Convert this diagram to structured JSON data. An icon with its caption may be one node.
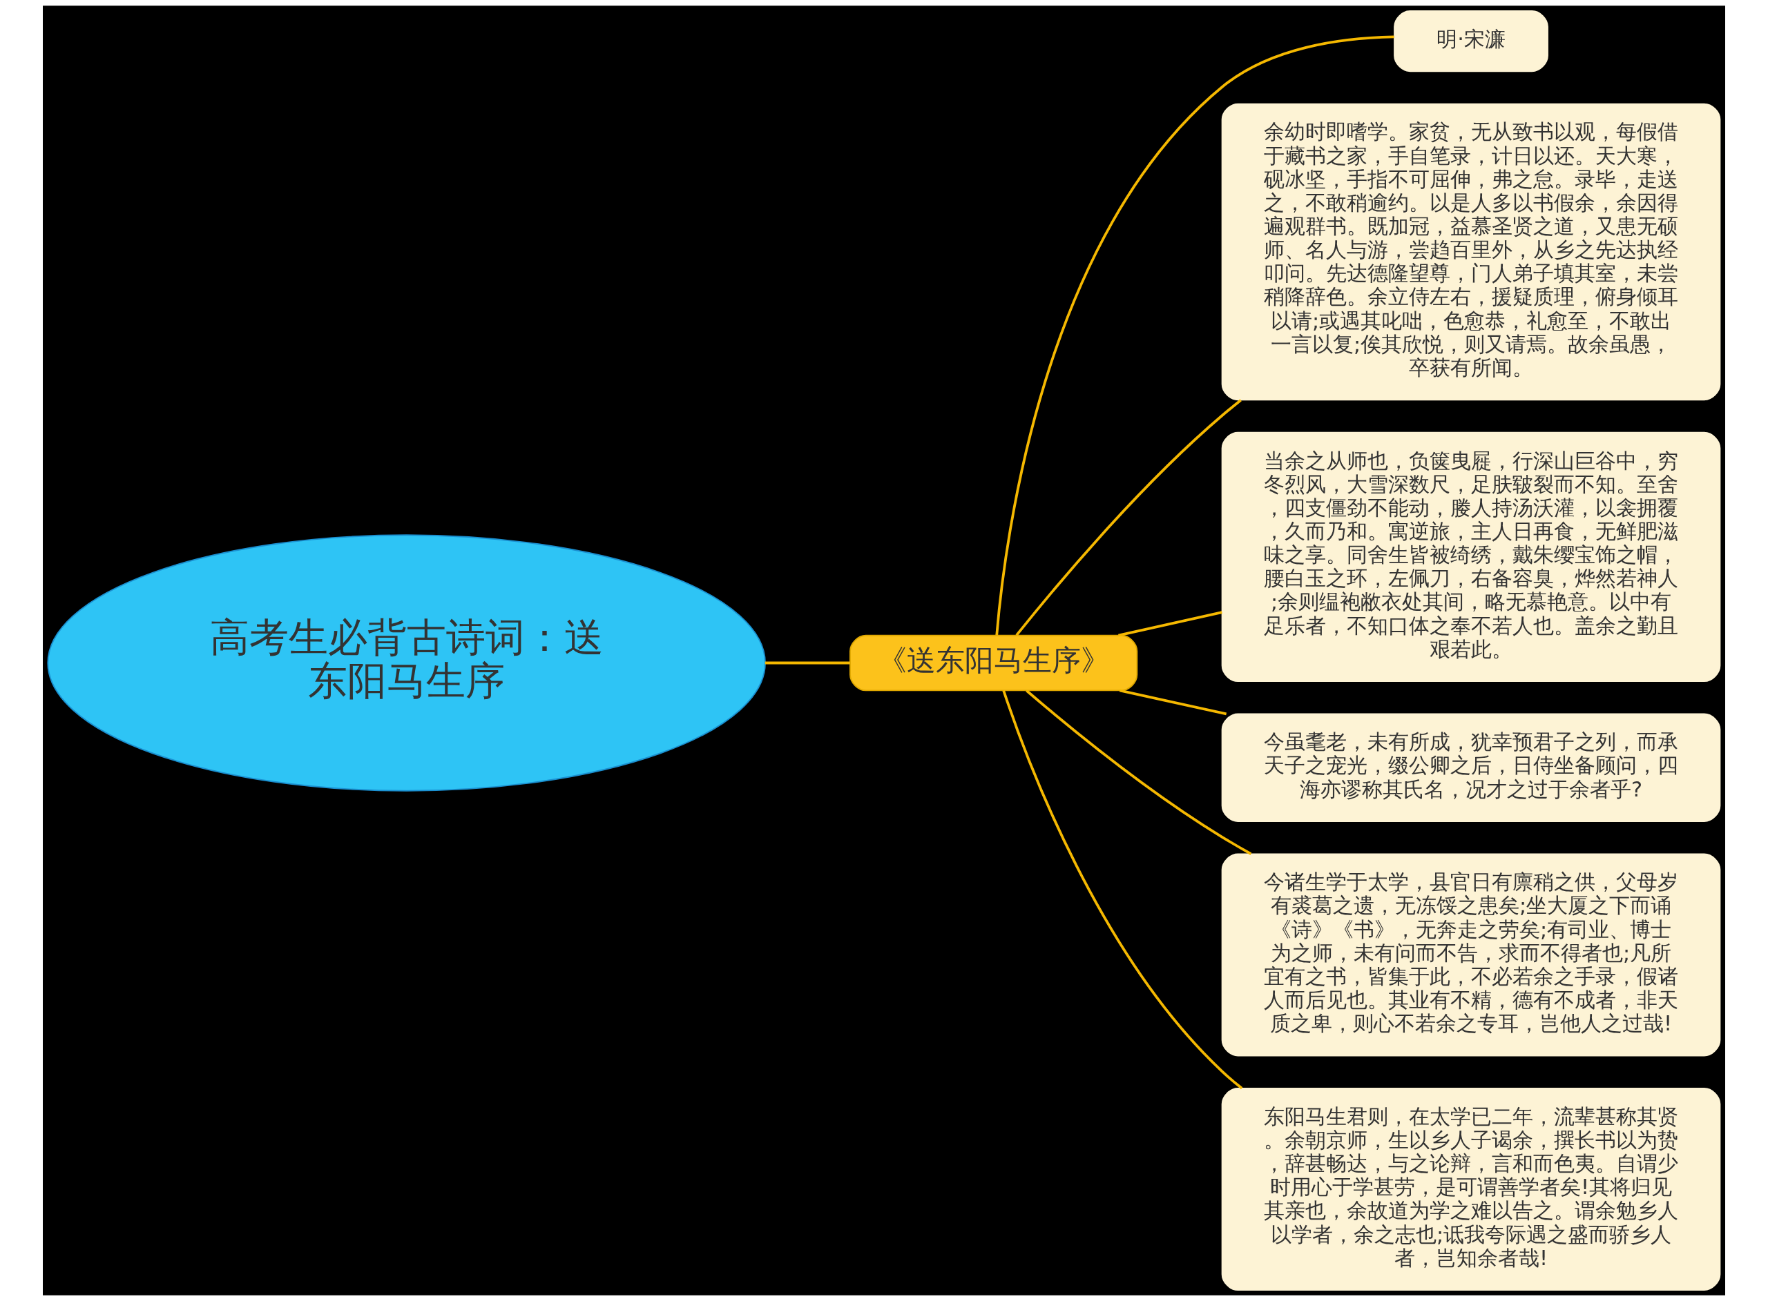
{
  "diagram": {
    "nodes": [
      {
        "text": [
          "高考生必背古诗词：送东阳马生序"
        ]
      },
      {
        "text": [
          "《送东阳马生序》"
        ]
      },
      {
        "text": [
          "明·宋濂"
        ]
      },
      {
        "text": [
          "余幼时即嗜学。家贫，无从致书以观，每假借于藏书之家，手自笔录，计日以还。天大寒，砚冰坚，手指不可屈伸，弗之怠。录毕，走送之，不敢稍逾约。以是人多以书假余，余因得遍观群书。既加冠，益慕圣贤之道，又患无硕师、名人与游，尝趋百里外，从乡之先达执经叩问。先达德隆望尊，门人弟子填其室，未尝稍降辞色。余立侍左右，援疑质理，俯身倾耳以请;或遇其叱咄，色愈恭，礼愈至，不敢出一言以复;俟其欣悦，则又请焉。故余虽愚，卒获有所闻。"
        ]
      },
      {
        "text": [
          "当余之从师也，负箧曳屣，行深山巨谷中，穷冬烈风，大雪深数尺，足肤皲裂而不知。至舍，四支僵劲不能动，媵人持汤沃灌，以衾拥覆，久而乃和。寓逆旅，主人日再食，无鲜肥滋味之享。同舍生皆被绮绣，戴朱缨宝饰之帽，腰白玉之环，左佩刀，右备容臭，烨然若神人;余则缊袍敝衣处其间，略无慕艳意。以中有足乐者，不知口体之奉不若人也。盖余之勤且艰若此。"
        ]
      },
      {
        "text": [
          "今虽耄老，未有所成，犹幸预君子之列，而承天子之宠光，缀公卿之后，日侍坐备顾问，四海亦谬称其氏名，况才之过于余者乎?"
        ]
      },
      {
        "text": [
          "今诸生学于太学，县官日有廪稍之供，父母岁有裘葛之遗，无冻馁之患矣;坐大厦之下而诵《诗》《书》，无奔走之劳矣;有司业、博士为之师，未有问而不告，求而不得者也;凡所宜有之书，皆集于此，不必若余之手录，假诸人而后见也。其业有不精，德有不成者，非天质之卑，则心不若余之专耳，岂他人之过哉!"
        ]
      },
      {
        "text": [
          "东阳马生君则，在太学已二年，流辈甚称其贤。余朝京师，生以乡人子谒余，撰长书以为贽，辞甚畅达，与之论辩，言和而色夷。自谓少时用心于学甚劳，是可谓善学者矣!其将归见其亲也，余故道为学之难以告之。谓余勉乡人以学者，余之志也;诋我夸际遇之盛而骄乡人者，岂知余者哉!"
        ]
      }
    ],
    "edges": [
      {
        "from": 0,
        "to": 1,
        "arrow": "none"
      },
      {
        "from": 1,
        "to": 2,
        "arrow": "none"
      },
      {
        "from": 1,
        "to": 3,
        "arrow": "none"
      },
      {
        "from": 1,
        "to": 4,
        "arrow": "none"
      },
      {
        "from": 1,
        "to": 5,
        "arrow": "none"
      },
      {
        "from": 1,
        "to": 6,
        "arrow": "none"
      },
      {
        "from": 1,
        "to": 7,
        "arrow": "none"
      }
    ]
  }
}
